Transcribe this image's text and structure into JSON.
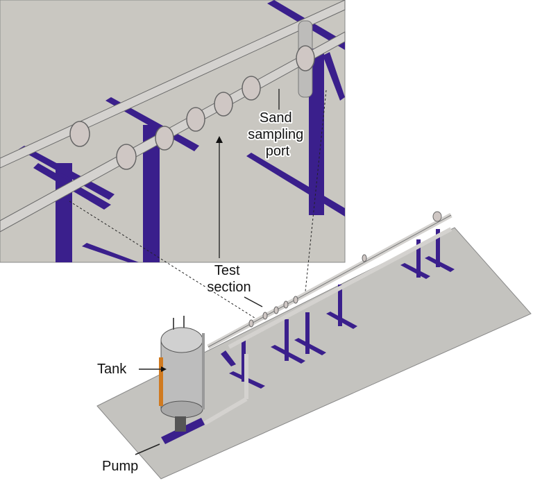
{
  "labels": {
    "sand_sampling_port": [
      "Sand",
      "sampling",
      "port"
    ],
    "test_section": [
      "Test",
      "section"
    ],
    "tank": "Tank",
    "pump": "Pump"
  },
  "colors": {
    "background_inset": "#c9c7c1",
    "platform": "#c4c3bf",
    "frame": "#3a1f8c",
    "pipe": "#d4d2cf",
    "tank": "#bdbdbd",
    "tank_accent": "#d07a20"
  }
}
